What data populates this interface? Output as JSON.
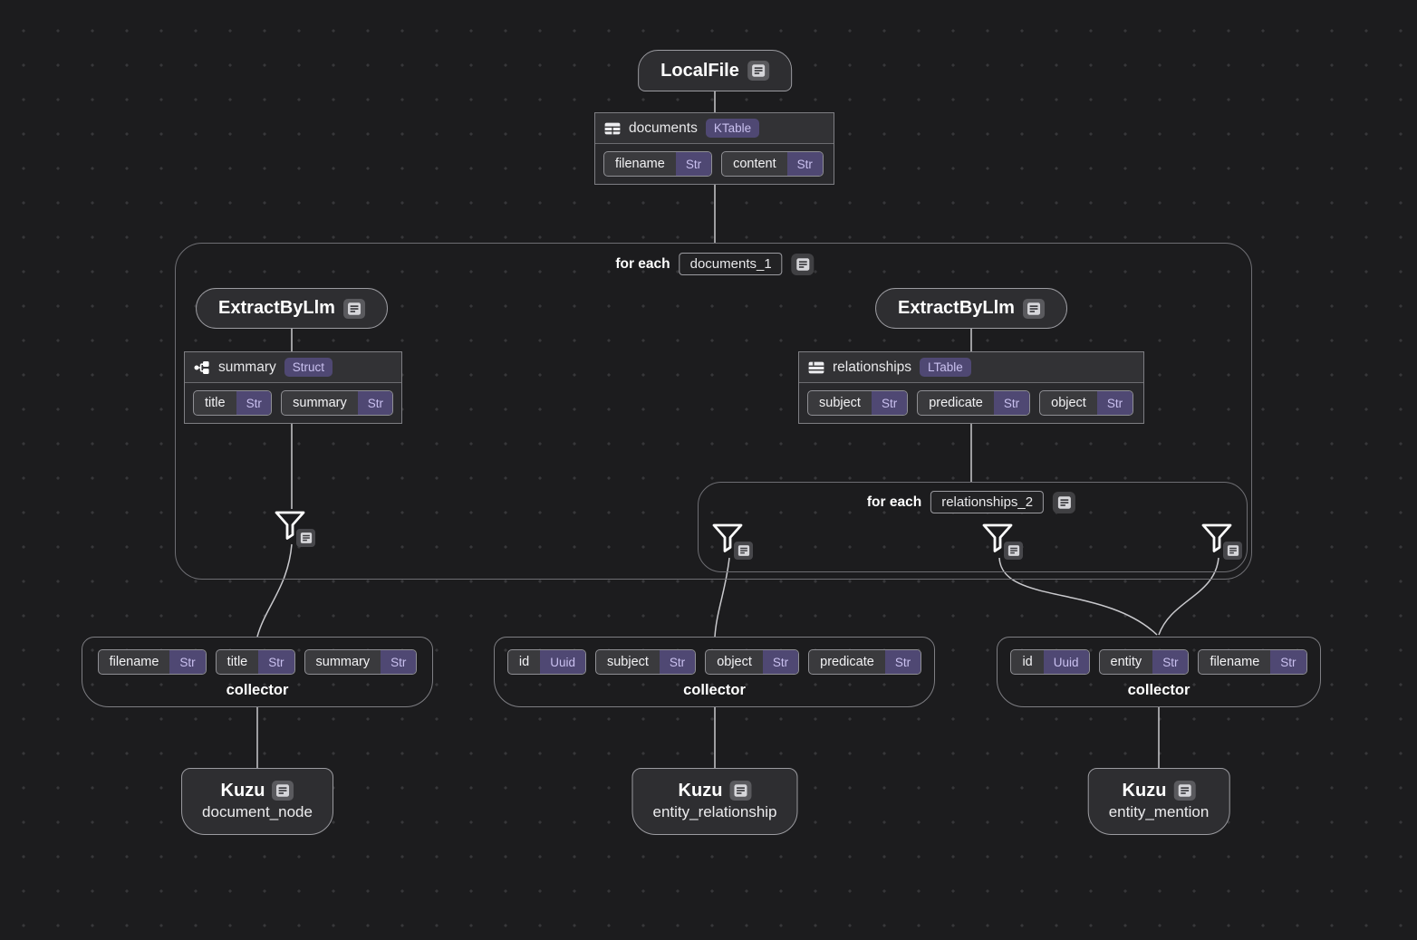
{
  "nodes": {
    "localfile": {
      "title": "LocalFile"
    },
    "extract_left": {
      "title": "ExtractByLlm"
    },
    "extract_right": {
      "title": "ExtractByLlm"
    },
    "kuzu_left": {
      "title": "Kuzu",
      "subtitle": "document_node"
    },
    "kuzu_mid": {
      "title": "Kuzu",
      "subtitle": "entity_relationship"
    },
    "kuzu_right": {
      "title": "Kuzu",
      "subtitle": "entity_mention"
    }
  },
  "tables": {
    "documents": {
      "name": "documents",
      "kind": "KTable",
      "fields": [
        {
          "name": "filename",
          "type": "Str"
        },
        {
          "name": "content",
          "type": "Str"
        }
      ]
    },
    "summary": {
      "name": "summary",
      "kind": "Struct",
      "fields": [
        {
          "name": "title",
          "type": "Str"
        },
        {
          "name": "summary",
          "type": "Str"
        }
      ]
    },
    "relationships": {
      "name": "relationships",
      "kind": "LTable",
      "fields": [
        {
          "name": "subject",
          "type": "Str"
        },
        {
          "name": "predicate",
          "type": "Str"
        },
        {
          "name": "object",
          "type": "Str"
        }
      ]
    }
  },
  "foreach": {
    "outer": {
      "label": "for each",
      "value": "documents_1"
    },
    "inner": {
      "label": "for each",
      "value": "relationships_2"
    }
  },
  "collectors": {
    "label": "collector",
    "left": {
      "fields": [
        {
          "name": "filename",
          "type": "Str"
        },
        {
          "name": "title",
          "type": "Str"
        },
        {
          "name": "summary",
          "type": "Str"
        }
      ]
    },
    "mid": {
      "fields": [
        {
          "name": "id",
          "type": "Uuid"
        },
        {
          "name": "subject",
          "type": "Str"
        },
        {
          "name": "object",
          "type": "Str"
        },
        {
          "name": "predicate",
          "type": "Str"
        }
      ]
    },
    "right": {
      "fields": [
        {
          "name": "id",
          "type": "Uuid"
        },
        {
          "name": "entity",
          "type": "Str"
        },
        {
          "name": "filename",
          "type": "Str"
        }
      ]
    }
  },
  "colors": {
    "background": "#1c1c1e",
    "badge": "#4f4873",
    "badge_text": "#c9c0ef",
    "edge": "#c9c9cd",
    "node_border": "#9b9ba0"
  }
}
